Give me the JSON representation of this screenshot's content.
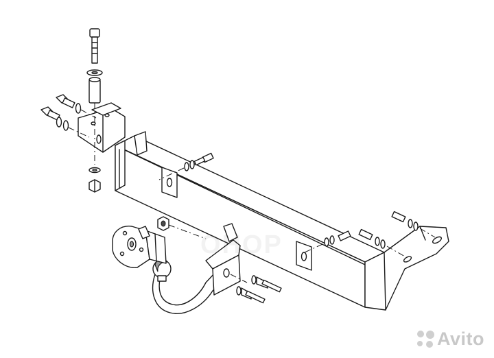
{
  "watermark": {
    "brand": "Avito",
    "faint_mark": "OHOP"
  },
  "diagram": {
    "subject": "tow-bar-assembly",
    "colors": {
      "line": "#1a1a1a",
      "shade": "#9a9a9a",
      "watermark": "#c8c8c8"
    }
  }
}
